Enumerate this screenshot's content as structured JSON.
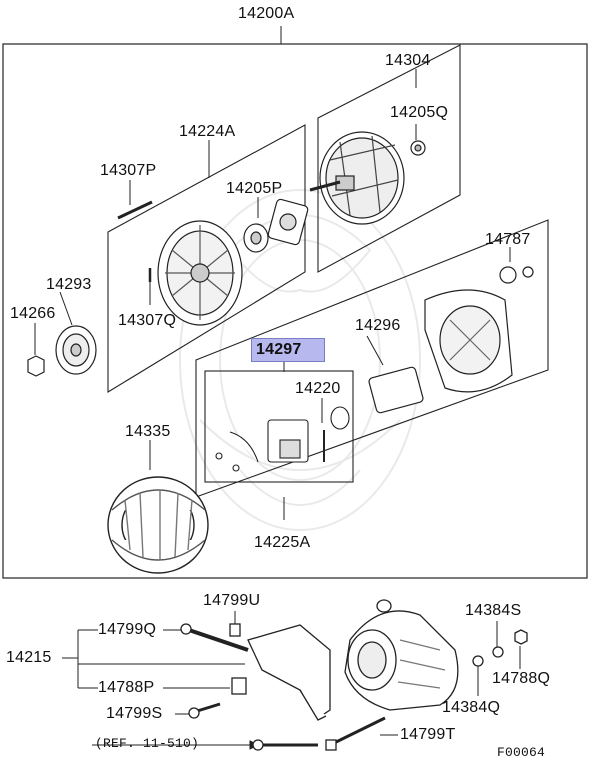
{
  "diagram": {
    "labels": {
      "main_assembly": "14200A",
      "rotor": "14304",
      "rotor_bearing": "14205Q",
      "front_bracket": "14224A",
      "through_bolt": "14307P",
      "front_bearing": "14205P",
      "pulley": "14293",
      "pulley_nut": "14266",
      "front_screw": "14307Q",
      "cover_nut": "14787",
      "rectifier": "14296",
      "regulator": "14297",
      "brush_holder": "14220",
      "stator": "14335",
      "rear_bracket": "14225A",
      "bracket_bolt_top": "14799U",
      "bracket_bolt_long": "14799Q",
      "bracket_group": "14215",
      "bracket_nut": "14788P",
      "bracket_bolt_lower": "14799S",
      "long_bolt": "14799T",
      "washer": "14384S",
      "washer_lower": "14384Q",
      "nut_right": "14788Q",
      "reference": "(REF. 11-510)",
      "figure_code": "F00064"
    },
    "highlight_color": "#b6b8ee"
  }
}
